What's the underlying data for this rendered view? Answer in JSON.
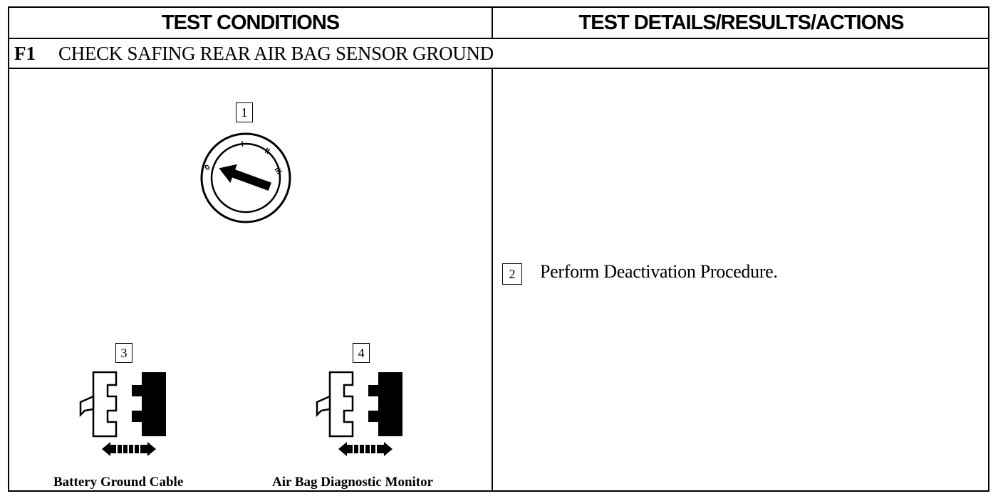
{
  "header": {
    "left_title": "TEST CONDITIONS",
    "right_title": "TEST DETAILS/RESULTS/ACTIONS"
  },
  "step": {
    "id": "F1",
    "title": "CHECK SAFING REAR AIR BAG SENSOR GROUND"
  },
  "conditions": {
    "ignition": {
      "number": "1",
      "icon": "ignition-switch-off-icon",
      "positions": [
        "0",
        "I",
        "II",
        "III"
      ]
    },
    "disconnects": [
      {
        "number": "3",
        "icon": "connector-disconnect-icon",
        "label": "Battery Ground Cable"
      },
      {
        "number": "4",
        "icon": "connector-disconnect-icon",
        "label": "Air Bag Diagnostic Monitor"
      }
    ]
  },
  "actions": [
    {
      "number": "2",
      "text": "Perform Deactivation Procedure."
    }
  ]
}
